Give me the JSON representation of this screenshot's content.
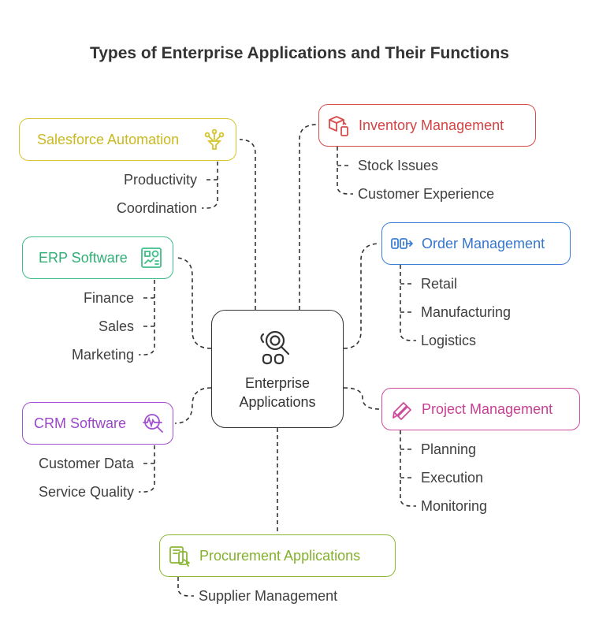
{
  "title": "Types of Enterprise Applications and Their Functions",
  "center": {
    "line1": "Enterprise",
    "line2": "Applications",
    "icon": "search-user-icon"
  },
  "branches": {
    "salesforce": {
      "label": "Salesforce Automation",
      "color": "#d4c52c",
      "icon": "funnel-nodes-icon",
      "items": [
        "Productivity",
        "Coordination"
      ]
    },
    "erp": {
      "label": "ERP Software",
      "color": "#3fbf87",
      "icon": "dashboard-icon",
      "items": [
        "Finance",
        "Sales",
        "Marketing"
      ]
    },
    "crm": {
      "label": "CRM Software",
      "color": "#a24fd1",
      "icon": "pulse-search-icon",
      "items": [
        "Customer Data",
        "Service Quality"
      ]
    },
    "inventory": {
      "label": "Inventory Management",
      "color": "#d94c4c",
      "icon": "boxes-icon",
      "items": [
        "Stock Issues",
        "Customer Experience"
      ]
    },
    "order": {
      "label": "Order Management",
      "color": "#3d7fd6",
      "icon": "pipeline-icon",
      "items": [
        "Retail",
        "Manufacturing",
        "Logistics"
      ]
    },
    "project": {
      "label": "Project Management",
      "color": "#cc4c9b",
      "icon": "pencils-icon",
      "items": [
        "Planning",
        "Execution",
        "Monitoring"
      ]
    },
    "procurement": {
      "label": "Procurement Applications",
      "color": "#8bb835",
      "icon": "devices-icon",
      "items": [
        "Supplier Management"
      ]
    }
  }
}
